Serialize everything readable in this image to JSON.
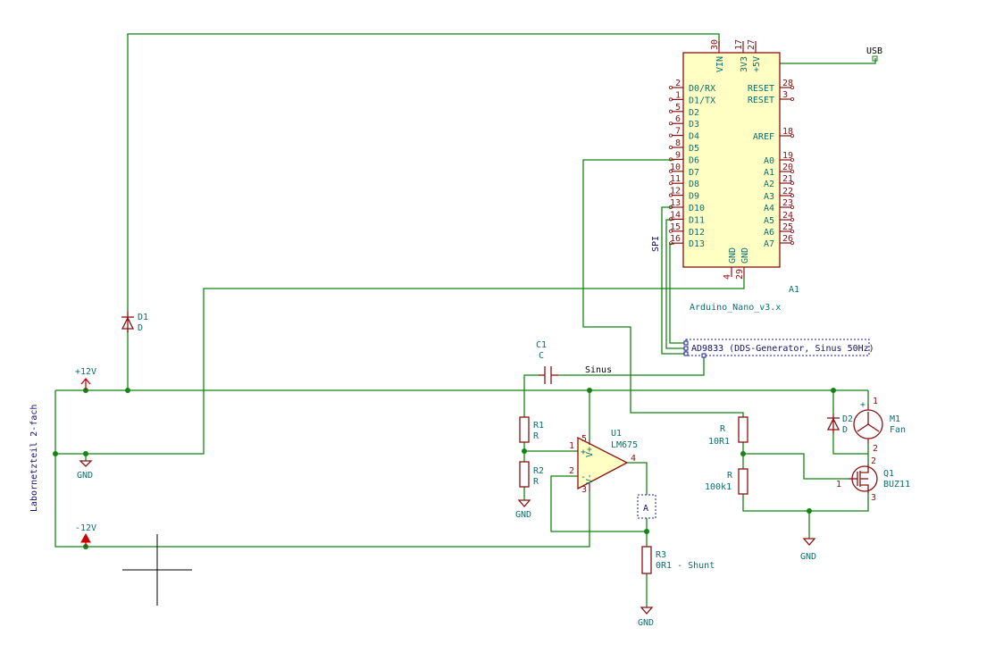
{
  "arduino": {
    "ref": "A1",
    "value": "Arduino_Nano_v3.x",
    "left_pins": [
      {
        "num": "2",
        "name": "D0/RX"
      },
      {
        "num": "1",
        "name": "D1/TX"
      },
      {
        "num": "5",
        "name": "D2"
      },
      {
        "num": "6",
        "name": "D3"
      },
      {
        "num": "7",
        "name": "D4"
      },
      {
        "num": "8",
        "name": "D5"
      },
      {
        "num": "9",
        "name": "D6"
      },
      {
        "num": "10",
        "name": "D7"
      },
      {
        "num": "11",
        "name": "D8"
      },
      {
        "num": "12",
        "name": "D9"
      },
      {
        "num": "13",
        "name": "D10"
      },
      {
        "num": "14",
        "name": "D11"
      },
      {
        "num": "15",
        "name": "D12"
      },
      {
        "num": "16",
        "name": "D13"
      }
    ],
    "right_pins": [
      {
        "num": "28",
        "name": "RESET"
      },
      {
        "num": "3",
        "name": "RESET"
      },
      {
        "num": "18",
        "name": "AREF"
      },
      {
        "num": "19",
        "name": "A0"
      },
      {
        "num": "20",
        "name": "A1"
      },
      {
        "num": "21",
        "name": "A2"
      },
      {
        "num": "22",
        "name": "A3"
      },
      {
        "num": "23",
        "name": "A4"
      },
      {
        "num": "24",
        "name": "A5"
      },
      {
        "num": "25",
        "name": "A6"
      },
      {
        "num": "26",
        "name": "A7"
      }
    ],
    "top_pins": [
      {
        "num": "30",
        "name": "VIN"
      },
      {
        "num": "17",
        "name": "3V3"
      },
      {
        "num": "27",
        "name": "+5V"
      }
    ],
    "bottom_pins": [
      {
        "num": "4",
        "name": "GND"
      },
      {
        "num": "29",
        "name": "GND"
      }
    ]
  },
  "labels": {
    "usb": "USB",
    "spi": "SPI",
    "ad9833": "AD9833 (DDS-Generator, Sinus 50Hz)",
    "sinus": "Sinus",
    "labornetzteil": "Labornetzteil 2-fach",
    "plus12": "+12V",
    "minus12": "-12V",
    "gnd": "GND"
  },
  "components": {
    "d1": {
      "ref": "D1",
      "value": "D"
    },
    "c1": {
      "ref": "C1",
      "value": "C"
    },
    "r1": {
      "ref": "R1",
      "value": "R"
    },
    "r2": {
      "ref": "R2",
      "value": "R"
    },
    "u1": {
      "ref": "U1",
      "value": "LM675",
      "pins": {
        "p1": "1",
        "p2": "2",
        "p3": "3",
        "p4": "4",
        "p5": "5",
        "vplus": "V+",
        "vminus": "V-",
        "plus": "+",
        "minus": "-"
      }
    },
    "ammeter": {
      "symbol": "A"
    },
    "r3": {
      "ref": "R3",
      "value": "0R1 - Shunt"
    },
    "r10": {
      "ref": "R",
      "value": "10R1"
    },
    "r100": {
      "ref": "R",
      "value": "100k1"
    },
    "d2": {
      "ref": "D2",
      "value": "D"
    },
    "m1": {
      "ref": "M1",
      "value": "Fan",
      "pins": {
        "p1": "1",
        "p2": "2"
      }
    },
    "q1": {
      "ref": "Q1",
      "value": "BUZ11",
      "pins": {
        "p1": "1",
        "p2": "2",
        "p3": "3"
      }
    }
  },
  "colors": {
    "wire": "#128512",
    "component": "#8a1010",
    "body_fill": "#ffffc4",
    "label": "#0b6e6e",
    "nc_marker": "#1a1aa0",
    "power": "#cc0000"
  }
}
